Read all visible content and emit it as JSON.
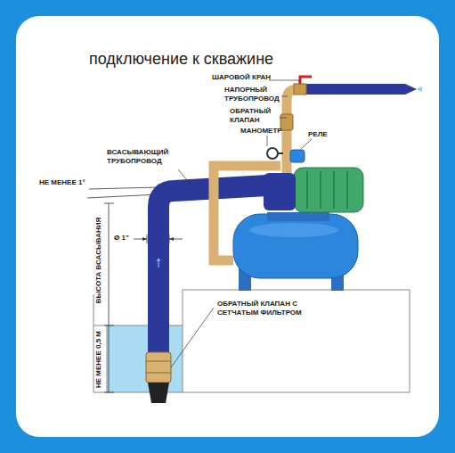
{
  "diagram": {
    "title": "подключение к скважине",
    "labels": [
      "ШАРОВОЙ КРАН",
      "НАПОРНЫЙ ТРУБОПРОВОД",
      "ОБРАТНЫЙ КЛАПАН",
      "МАНОМЕТР",
      "РЕЛЕ",
      "ВСАСЫВАЮЩИЙ ТРУБОПРОВОД",
      "НЕ МЕНЕЕ 1°",
      "Ø 1\"",
      "ВЫСОТА ВСАСЫВАНИЯ",
      "НЕ МЕНЕЕ 0,5 М",
      "ОБРАТНЫЙ КЛАПАН С СЕТЧАТЫМ ФИЛЬТРОМ"
    ]
  }
}
